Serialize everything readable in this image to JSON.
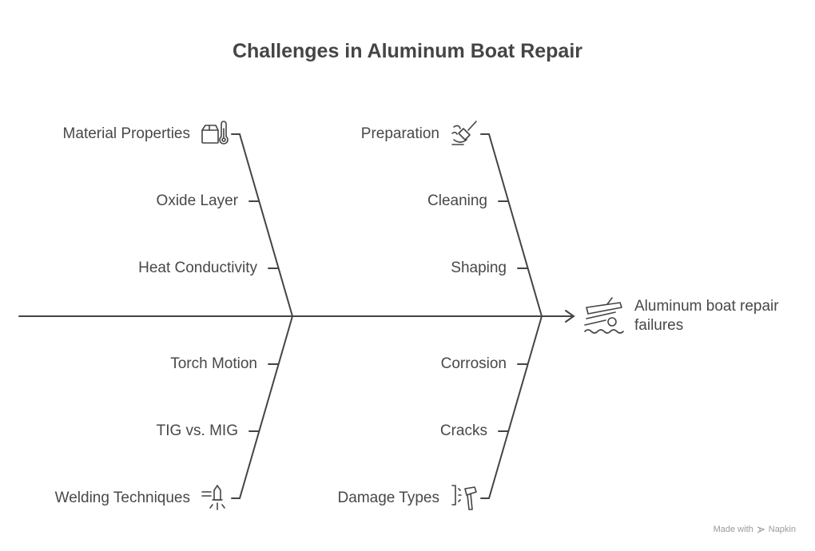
{
  "title": "Challenges in Aluminum Boat Repair",
  "effect": {
    "line1": "Aluminum boat repair",
    "line2": "failures",
    "icon": "boat-crash-icon"
  },
  "categories": [
    {
      "label": "Material Properties",
      "icon": "box-thermometer-icon",
      "causes": [
        "Oxide Layer",
        "Heat Conductivity"
      ]
    },
    {
      "label": "Preparation",
      "icon": "cleaning-brush-icon",
      "causes": [
        "Cleaning",
        "Shaping"
      ]
    },
    {
      "label": "Welding Techniques",
      "icon": "welding-torch-icon",
      "causes": [
        "Torch Motion",
        "TIG vs. MIG"
      ]
    },
    {
      "label": "Damage Types",
      "icon": "hammer-impact-icon",
      "causes": [
        "Corrosion",
        "Cracks"
      ]
    }
  ],
  "watermark": {
    "prefix": "Made with",
    "brand": "Napkin"
  },
  "colors": {
    "line": "#444444",
    "text": "#484848",
    "watermark": "#9a9a9a"
  }
}
